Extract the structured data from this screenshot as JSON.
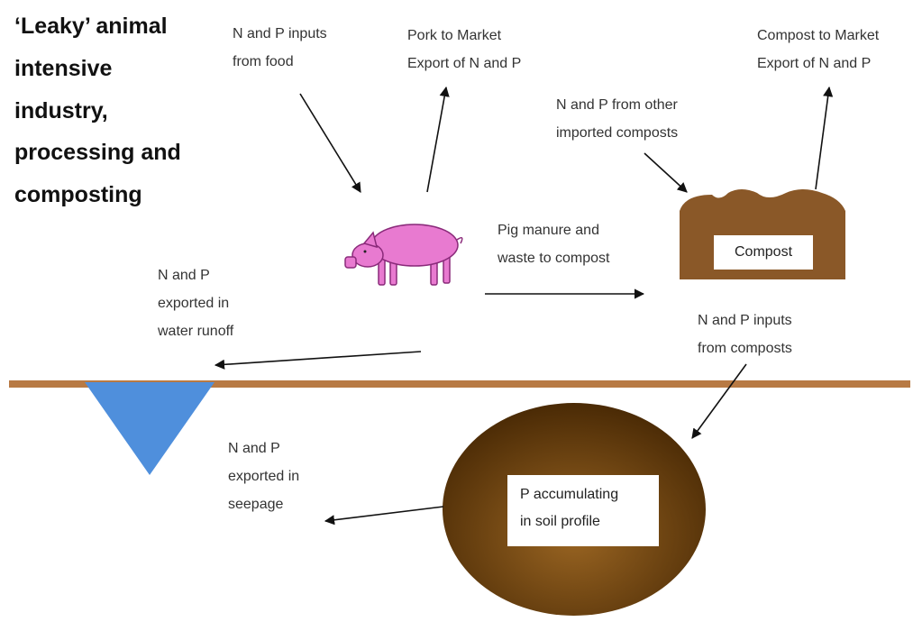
{
  "title": {
    "lines": [
      "‘Leaky’ animal",
      "intensive",
      "industry,",
      "processing and",
      "composting"
    ]
  },
  "labels": {
    "food_inputs": [
      "N and P inputs",
      "from food"
    ],
    "pork_market": [
      "Pork to Market",
      "Export of N and P"
    ],
    "compost_market": [
      "Compost to Market",
      "Export of N and P"
    ],
    "other_composts": [
      "N and P from other",
      "imported composts"
    ],
    "manure_to_compost": [
      "Pig manure and",
      "waste to compost"
    ],
    "water_runoff": [
      "N and P",
      "exported in",
      "water runoff"
    ],
    "compost_inputs": [
      "N and P inputs",
      "from composts"
    ],
    "seepage": [
      "N and P",
      "exported in",
      "seepage"
    ]
  },
  "boxes": {
    "compost": "Compost",
    "soil": [
      "P accumulating",
      "in soil profile"
    ]
  },
  "colors": {
    "ground": "#b87a44",
    "water": "#4f8fdc",
    "compost_heap": "#8a5828",
    "soil_light": "#9a6522",
    "soil_dark": "#4a2a05",
    "pig": "#e87ad0",
    "arrow": "#111111"
  }
}
